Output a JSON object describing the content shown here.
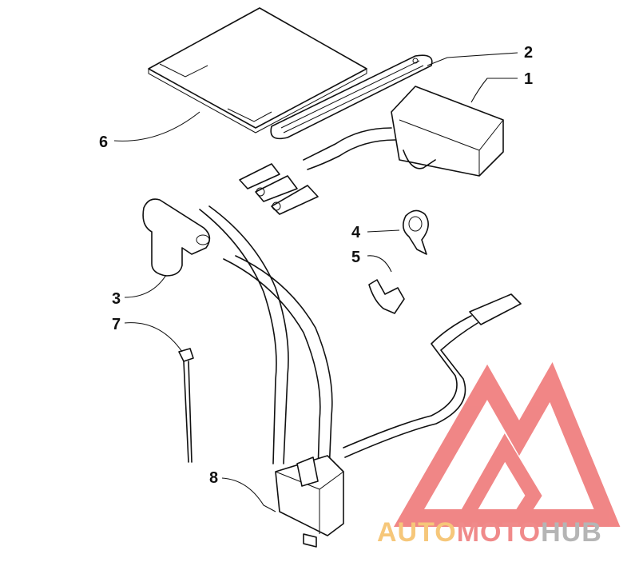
{
  "diagram": {
    "callouts": [
      {
        "id": "1",
        "label": "1"
      },
      {
        "id": "2",
        "label": "2"
      },
      {
        "id": "3",
        "label": "3"
      },
      {
        "id": "4",
        "label": "4"
      },
      {
        "id": "5",
        "label": "5"
      },
      {
        "id": "6",
        "label": "6"
      },
      {
        "id": "7",
        "label": "7"
      },
      {
        "id": "8",
        "label": "8"
      }
    ]
  },
  "watermark": {
    "part1": "AUTO",
    "part2": "MOTO",
    "part3": "HUB",
    "colors": {
      "auto": "#f6c77a",
      "moto": "#f08a8a",
      "hub": "#b5b5b5",
      "logo": "#f08080"
    }
  }
}
